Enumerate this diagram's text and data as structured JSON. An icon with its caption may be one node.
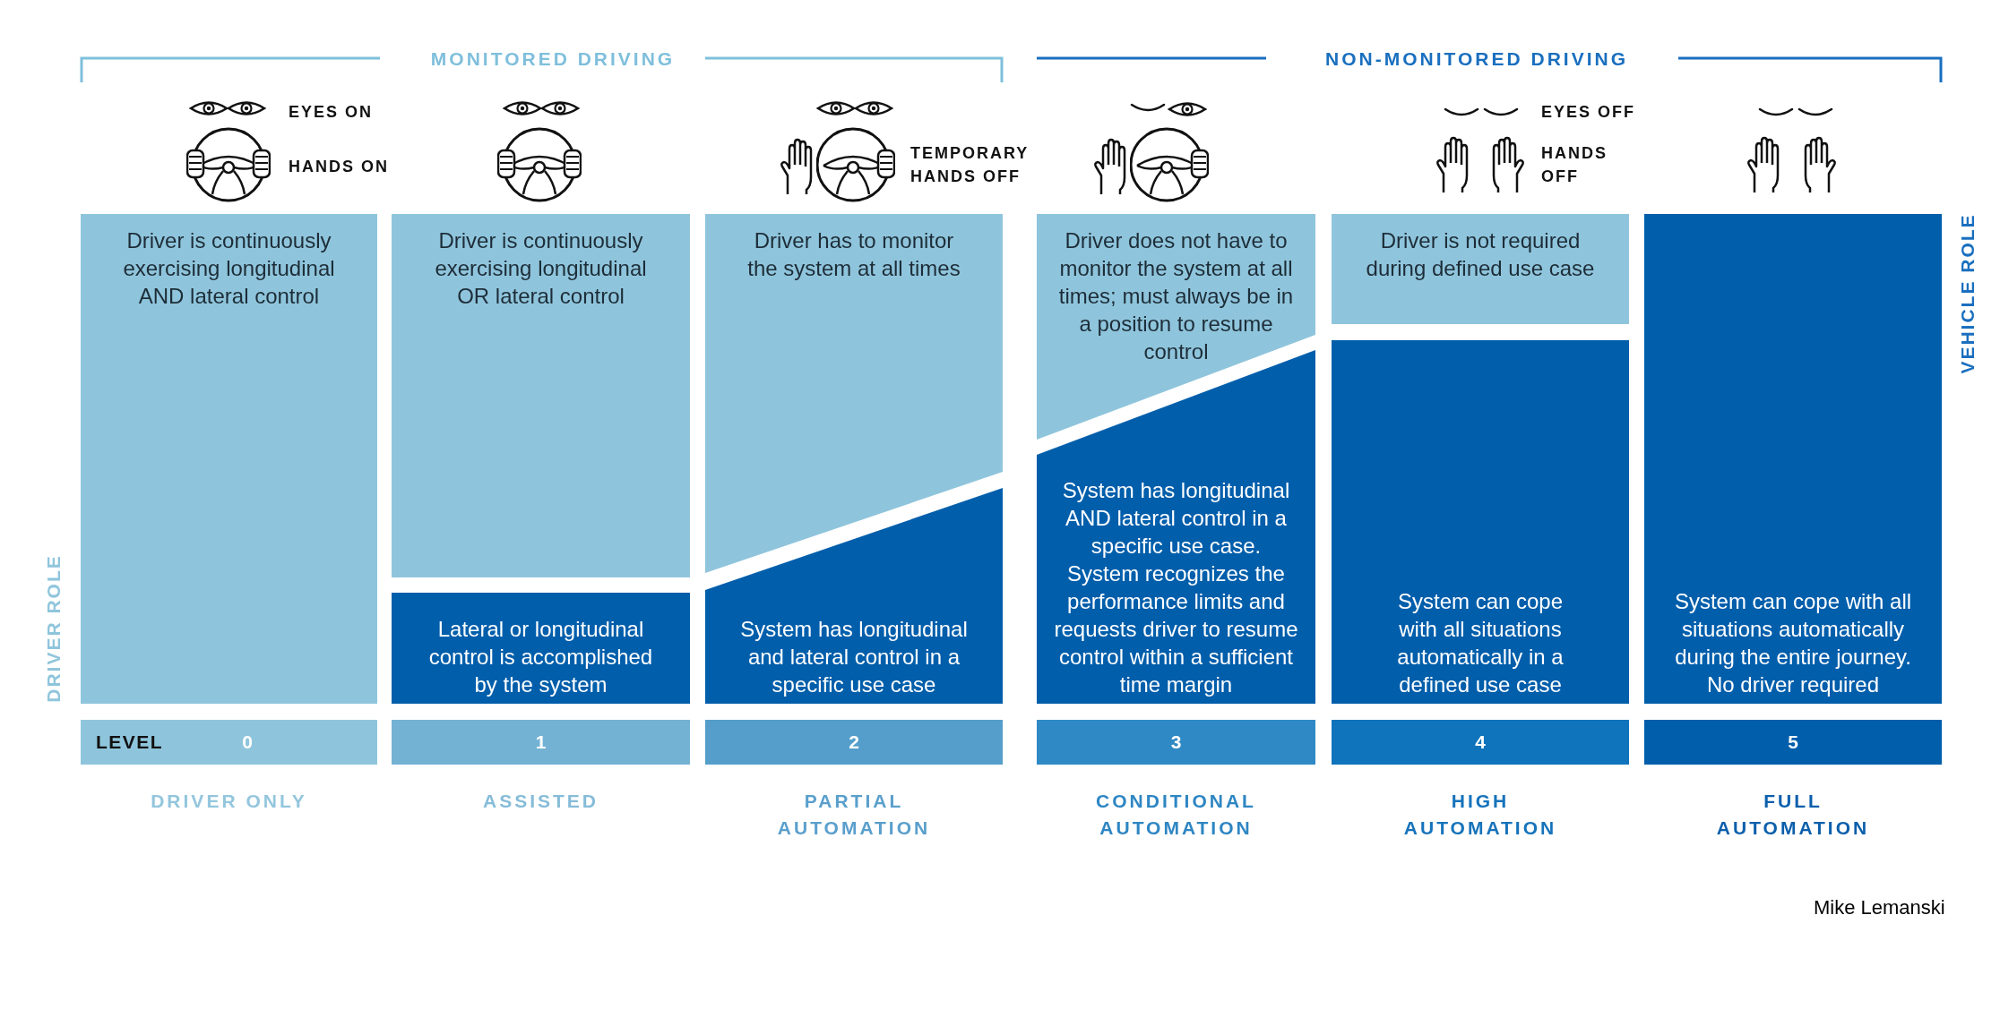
{
  "diagram": {
    "nodes": [
      {
        "text": [
          "Driver is continuously exercising longitudinal AND lateral control"
        ]
      },
      {
        "text": [
          "Driver is continuously exercising longitudinal OR lateral control"
        ]
      },
      {
        "text": [
          "Lateral or longitudinal control is accomplished by the system"
        ]
      },
      {
        "text": [
          "Driver has to monitor the system at all times"
        ]
      },
      {
        "text": [
          "System has longitudinal and lateral control in a specific use case"
        ]
      },
      {
        "text": [
          "Driver does not have to monitor the system at all times; must always be in a position to resume control"
        ]
      },
      {
        "text": [
          "System has longitudinal AND lateral control in a specific use case. System recognizes the performance limits and requests driver to resume control within a sufficient time margin"
        ]
      },
      {
        "text": [
          "Driver is not required during defined use case"
        ]
      },
      {
        "text": [
          "System can cope with all situations automatically in a defined use case"
        ]
      },
      {
        "text": [
          "System can cope with all situations automatically during the entire journey. No driver required"
        ]
      },
      {
        "text": [
          "LEVEL",
          "0"
        ],
        "beside": [
          "DRIVER ONLY"
        ]
      },
      {
        "text": [
          "1"
        ],
        "beside": [
          "ASSISTED"
        ]
      },
      {
        "text": [
          "2"
        ],
        "beside": [
          "PARTIAL AUTOMATION"
        ]
      },
      {
        "text": [
          "3"
        ],
        "beside": [
          "CONDITIONAL AUTOMATION"
        ]
      },
      {
        "text": [
          "4"
        ],
        "beside": [
          "HIGH AUTOMATION"
        ]
      },
      {
        "text": [
          "5"
        ],
        "beside": [
          "FULL AUTOMATION"
        ]
      }
    ],
    "labels": [
      "MONITORED DRIVING",
      "NON-MONITORED DRIVING",
      "EYES ON",
      "HANDS ON",
      "TEMPORARY HANDS OFF",
      "EYES OFF",
      "HANDS OFF",
      "DRIVER ROLE",
      "VEHICLE ROLE",
      "Mike Lemanski"
    ]
  }
}
